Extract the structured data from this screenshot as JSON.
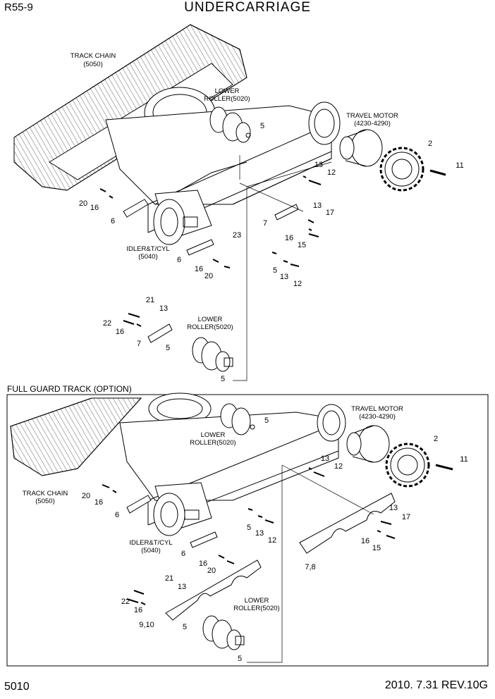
{
  "header": {
    "model": "R55-9",
    "title": "UNDERCARRIAGE"
  },
  "footer": {
    "page_no": "5010",
    "revision": "2010. 7.31  REV.10G"
  },
  "sections": {
    "main": {
      "labels": {
        "track_chain": "TRACK CHAIN",
        "track_chain_no": "(5050)",
        "lower_roller": "LOWER",
        "lower_roller2": "ROLLER(5020)",
        "travel_motor": "TRAVEL MOTOR",
        "travel_motor_no": "(4230-4290)",
        "idler": "IDLER&T/CYL",
        "idler_no": "(5040)",
        "lower_roller_b": "LOWER",
        "lower_roller_b2": "ROLLER(5020)"
      },
      "callouts": [
        "5",
        "2",
        "11",
        "13",
        "12",
        "20",
        "16",
        "6",
        "13",
        "17",
        "7",
        "16",
        "15",
        "23",
        "6",
        "16",
        "20",
        "5",
        "13",
        "12",
        "21",
        "13",
        "22",
        "16",
        "7",
        "5",
        "5"
      ]
    },
    "option": {
      "title": "FULL GUARD TRACK (OPTION)",
      "labels": {
        "travel_motor": "TRAVEL MOTOR",
        "travel_motor_no": "(4230-4290)",
        "lower_roller": "LOWER",
        "lower_roller2": "ROLLER(5020)",
        "track_chain": "TRACK CHAIN",
        "track_chain_no": "(5050)",
        "idler": "IDLER&T/CYL",
        "idler_no": "(5040)",
        "lower_roller_b": "LOWER",
        "lower_roller_b2": "ROLLER(5020)"
      },
      "callouts": [
        "5",
        "2",
        "11",
        "13",
        "12",
        "20",
        "16",
        "6",
        "5",
        "13",
        "12",
        "13",
        "17",
        "16",
        "15",
        "6",
        "16",
        "20",
        "7,8",
        "21",
        "13",
        "22",
        "16",
        "9,10",
        "5",
        "5"
      ]
    }
  }
}
